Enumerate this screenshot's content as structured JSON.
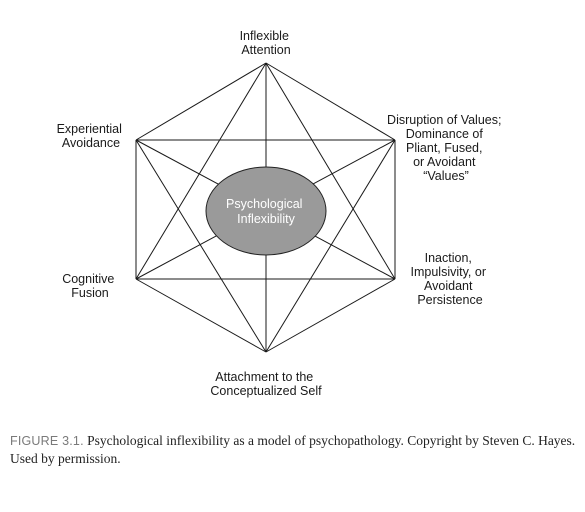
{
  "diagram": {
    "center": {
      "lines": [
        "Psychological",
        "Inflexibility"
      ],
      "fill": "#9a9a9a",
      "stroke": "#222222"
    },
    "nodes": [
      {
        "id": "inflexible-attention",
        "lines": [
          "Inflexible",
          "Attention"
        ]
      },
      {
        "id": "disruption-of-values",
        "lines": [
          "Disruption of Values;",
          "Dominance of",
          "Pliant, Fused,",
          "or Avoidant",
          "“Values”"
        ]
      },
      {
        "id": "inaction",
        "lines": [
          "Inaction,",
          "Impulsivity, or",
          "Avoidant",
          "Persistence"
        ]
      },
      {
        "id": "attachment-to-self",
        "lines": [
          "Attachment to the",
          "Conceptualized Self"
        ]
      },
      {
        "id": "cognitive-fusion",
        "lines": [
          "Cognitive",
          "Fusion"
        ]
      },
      {
        "id": "experiential-avoidance",
        "lines": [
          "Experiential",
          "Avoidance"
        ]
      }
    ]
  },
  "caption": {
    "figure_number": "FIGURE 3.1.",
    "text": "Psychological inflexibility as a model of psychopathology. Copyright by Steven C. Hayes. Used by permission."
  }
}
